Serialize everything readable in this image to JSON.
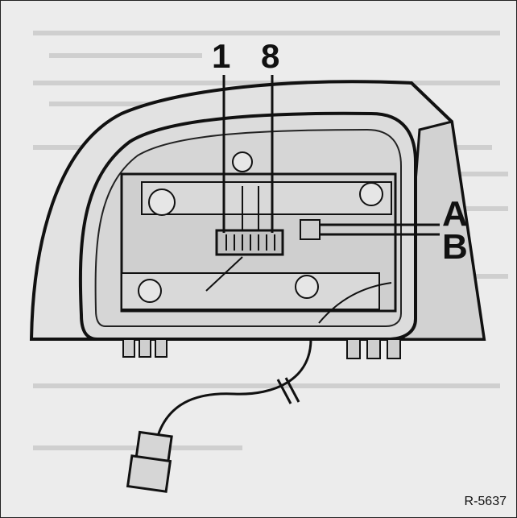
{
  "figure": {
    "callouts": {
      "pin_1": "1",
      "pin_8": "8",
      "wire_a": "A",
      "wire_b": "B"
    },
    "reference_code": "R-5637"
  }
}
